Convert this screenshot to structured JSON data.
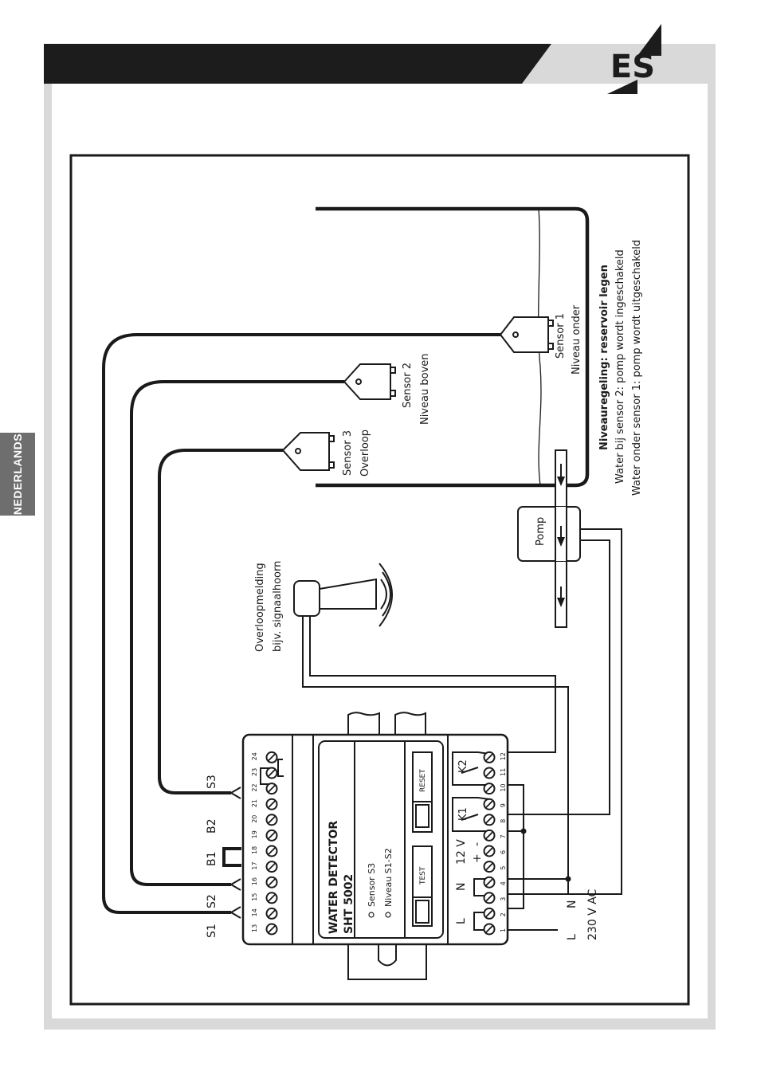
{
  "header": {
    "logo_text": "ES",
    "colors": {
      "bar": "#1c1c1c",
      "frame": "#d9d9d9",
      "lang_tab": "#6e6e6e"
    }
  },
  "sidebar": {
    "language_tab": "NEDERLANDS"
  },
  "device": {
    "title": "WATER DETECTOR",
    "model": "SHT 5002",
    "leds": [
      "Sensor S3",
      "Niveau S1-S2"
    ],
    "buttons": {
      "test": "TEST",
      "reset": "RESET"
    },
    "terminals_top": [
      "13",
      "14",
      "15",
      "16",
      "17",
      "18",
      "19",
      "20",
      "21",
      "22",
      "23",
      "24"
    ],
    "terminals_bottom": [
      "1",
      "2",
      "3",
      "4",
      "5",
      "6",
      "7",
      "8",
      "9",
      "10",
      "11",
      "12"
    ],
    "relays": [
      "K1",
      "K2"
    ],
    "power_labels": {
      "L": "L",
      "N": "N",
      "v12": "12 V",
      "plus": "+",
      "minus": "-"
    }
  },
  "wiring": {
    "sensor_inputs": [
      "S1",
      "S2",
      "B1",
      "B2",
      "S3"
    ],
    "mains": {
      "L": "L",
      "N": "N",
      "voltage": "230 V AC"
    }
  },
  "sensors": [
    {
      "name": "Sensor 1",
      "role": "Niveau onder"
    },
    {
      "name": "Sensor 2",
      "role": "Niveau boven"
    },
    {
      "name": "Sensor 3",
      "role": "Overloop"
    }
  ],
  "horn": {
    "line1": "Overloopmelding",
    "line2": "bijv. signaalhoorn"
  },
  "pump": {
    "label": "Pomp"
  },
  "legend": {
    "title": "Niveauregeling: reservoir legen",
    "line1": "Water bij sensor 2: pomp wordt ingeschakeld",
    "line2": "Water onder sensor 1: pomp wordt uitgeschakeld"
  }
}
